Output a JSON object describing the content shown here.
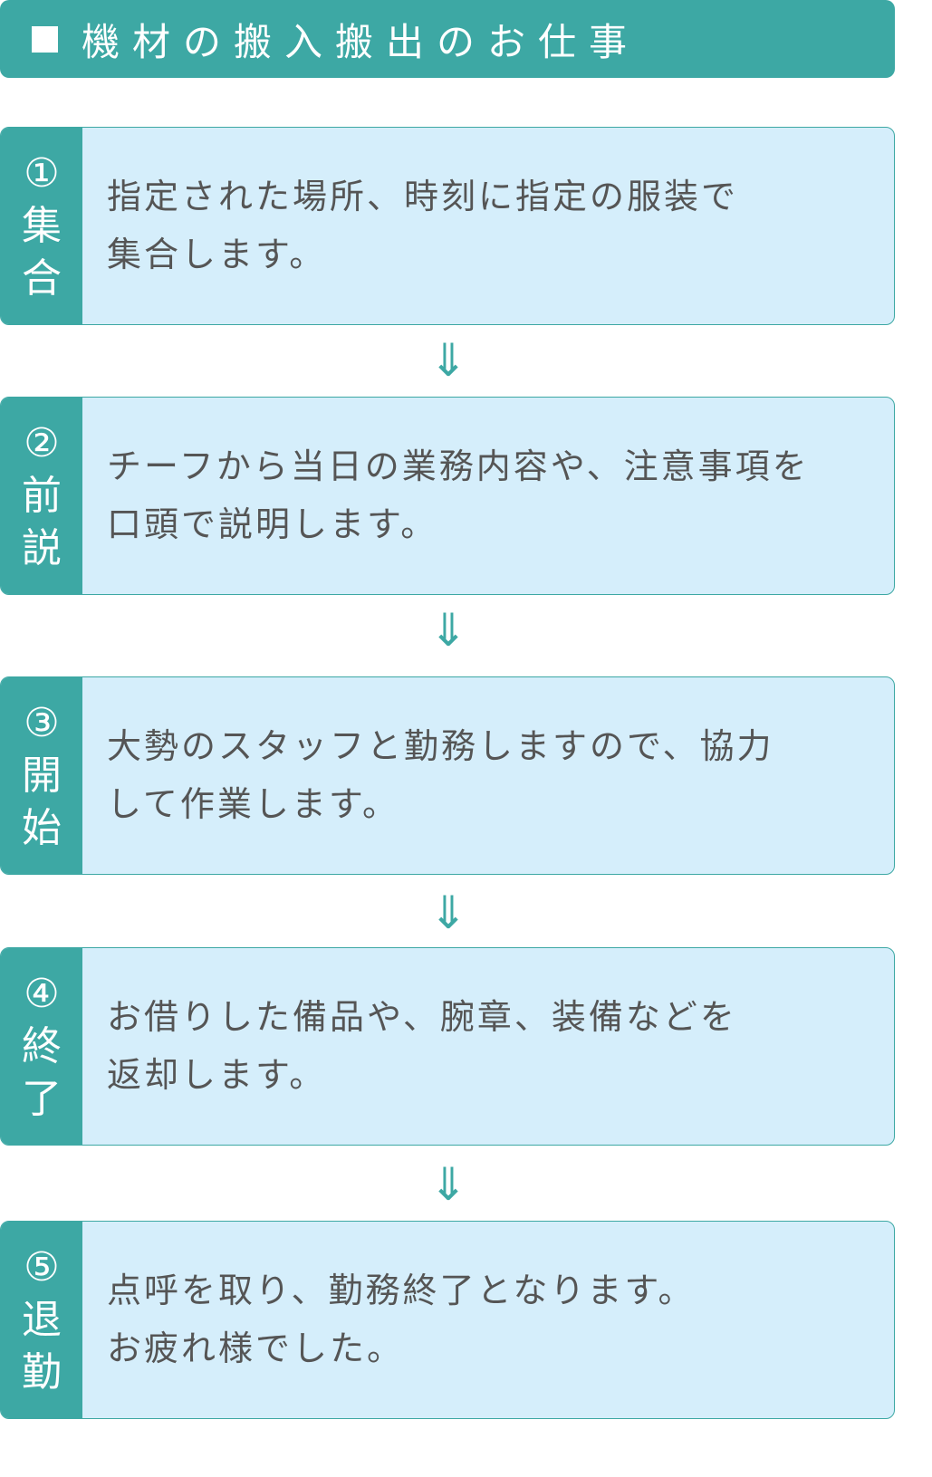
{
  "title": "機材の搬入搬出のお仕事",
  "arrow": "⇓",
  "steps": [
    {
      "num": "①",
      "label1": "集",
      "label2": "合",
      "text": "指定された場所、時刻に指定の服装で\n集合します。"
    },
    {
      "num": "②",
      "label1": "前",
      "label2": "説",
      "text": "チーフから当日の業務内容や、注意事項を\n口頭で説明します。"
    },
    {
      "num": "③",
      "label1": "開",
      "label2": "始",
      "text": "大勢のスタッフと勤務しますので、協力\nして作業します。"
    },
    {
      "num": "④",
      "label1": "終",
      "label2": "了",
      "text": "お借りした備品や、腕章、装備などを\n返却します。"
    },
    {
      "num": "⑤",
      "label1": "退",
      "label2": "勤",
      "text": "点呼を取り、勤務終了となります。\nお疲れ様でした。"
    }
  ]
}
